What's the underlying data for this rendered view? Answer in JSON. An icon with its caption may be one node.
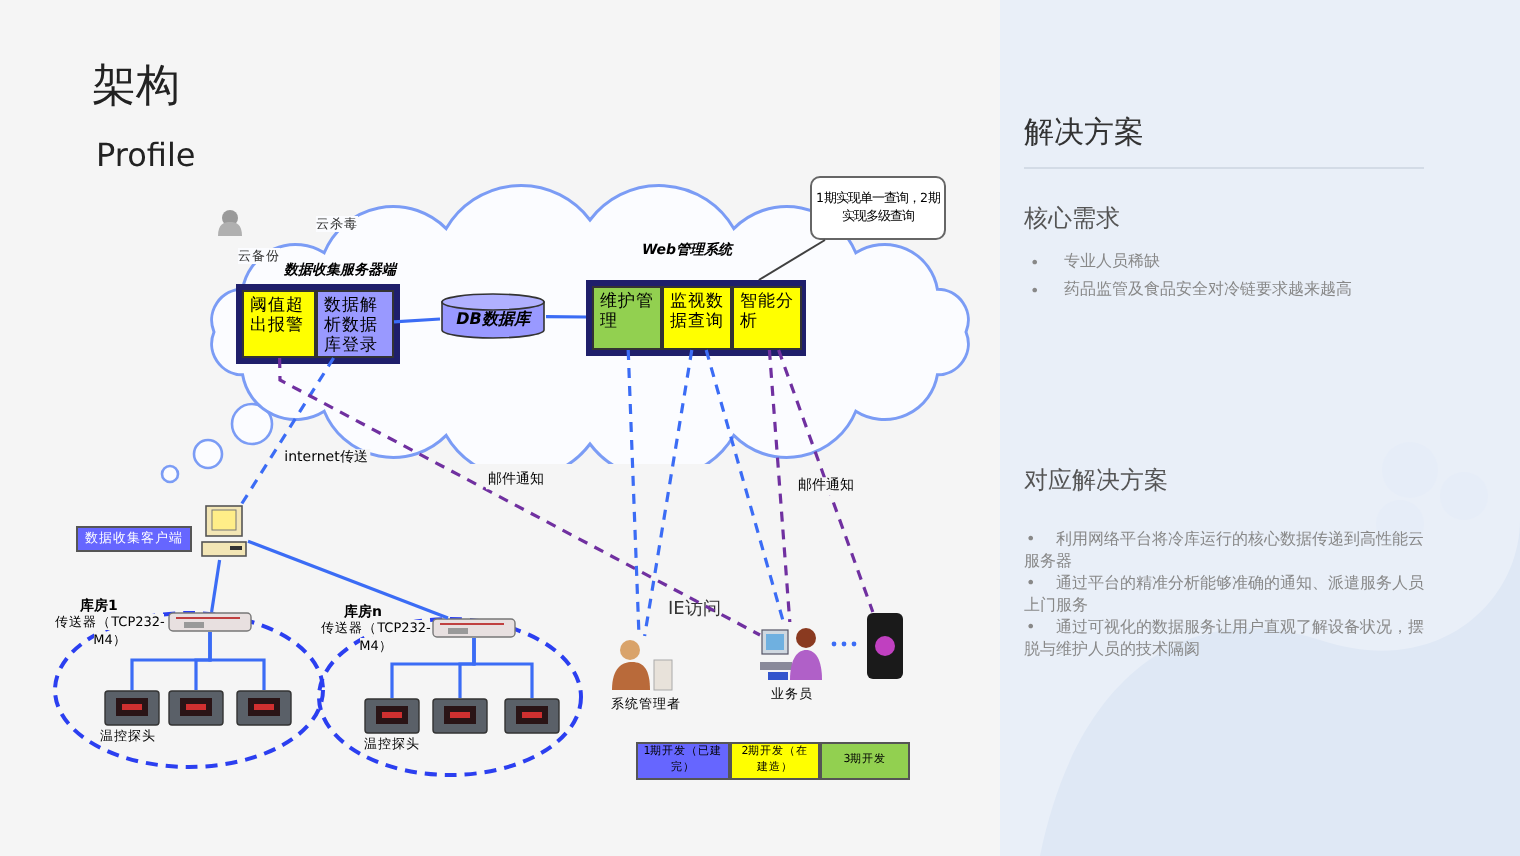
{
  "diagram": {
    "nodes": [
      {
        "text": [],
        "shape": "cloud"
      },
      {
        "text": [
          "数据收集服务器端"
        ],
        "in": 0
      },
      {
        "text": [
          "阈值超出报警"
        ],
        "in": 1
      },
      {
        "text": [
          "数据解析数据库登录"
        ],
        "in": 1
      },
      {
        "text": [
          "DB数据库"
        ],
        "in": 0
      },
      {
        "text": [
          "Web管理系统"
        ],
        "in": 0
      },
      {
        "text": [
          "维护管理"
        ],
        "in": 5
      },
      {
        "text": [
          "监视数据查询"
        ],
        "in": 5
      },
      {
        "text": [
          "智能分析"
        ],
        "in": 5
      },
      {
        "text": [
          "1期实现单一查询，2期实现多级查询"
        ]
      },
      {
        "text": [
          "数据收集客户端"
        ]
      },
      {
        "text": [],
        "shape": "picture"
      },
      {
        "text": [
          "库房1"
        ]
      },
      {
        "text": [],
        "shape": "picture",
        "in": 12,
        "beside": [
          "传送器（TCP232-M4）"
        ]
      },
      {
        "text": [],
        "shape": "picture",
        "in": 12,
        "beside": [
          "温控探头"
        ]
      },
      {
        "text": [],
        "shape": "picture",
        "in": 12
      },
      {
        "text": [],
        "shape": "picture",
        "in": 12
      },
      {
        "text": [
          "库房n"
        ]
      },
      {
        "text": [],
        "shape": "picture",
        "in": 17,
        "beside": [
          "传送器（TCP232-M4）"
        ]
      },
      {
        "text": [],
        "shape": "picture",
        "in": 17,
        "beside": [
          "温控探头"
        ]
      },
      {
        "text": [],
        "shape": "picture",
        "in": 17
      },
      {
        "text": [],
        "shape": "picture",
        "in": 17
      },
      {
        "text": [],
        "shape": "person",
        "beside": [
          "系统管理者"
        ]
      },
      {
        "text": [],
        "shape": "person",
        "beside": [
          "业务员"
        ]
      },
      {
        "text": [],
        "shape": "picture"
      },
      {
        "text": [
          "1期开发（已建完）"
        ]
      },
      {
        "text": [
          "2期开发（在建造）"
        ]
      },
      {
        "text": [
          "3期开发"
        ]
      }
    ],
    "edges": [
      {
        "from": 3,
        "to": 4,
        "arrow": "none"
      },
      {
        "from": 4,
        "to": 5,
        "arrow": "none"
      },
      {
        "from": 3,
        "to": 11,
        "arrow": "none",
        "style": "dashed",
        "label": "internet传送"
      },
      {
        "from": 2,
        "to": 23,
        "arrow": "none",
        "style": "dashed",
        "color": "#7030a0",
        "label": "邮件通知"
      },
      {
        "from": 6,
        "to": 22,
        "arrow": "none",
        "style": "dashed"
      },
      {
        "from": 7,
        "to": 22,
        "arrow": "none",
        "style": "dashed"
      },
      {
        "from": 7,
        "to": 23,
        "arrow": "none",
        "style": "dashed"
      },
      {
        "from": 8,
        "to": 23,
        "arrow": "none",
        "style": "dashed",
        "color": "#7030a0"
      },
      {
        "from": 8,
        "to": 24,
        "arrow": "none",
        "style": "dashed",
        "color": "#7030a0",
        "label": "邮件通知"
      },
      {
        "from": 9,
        "to": 5,
        "arrow": "none",
        "color": "#404040"
      },
      {
        "from": 11,
        "to": 13,
        "arrow": "none"
      },
      {
        "from": 11,
        "to": 18,
        "arrow": "none"
      },
      {
        "from": 13,
        "to": 14,
        "arrow": "none"
      },
      {
        "from": 13,
        "to": 15,
        "arrow": "none"
      },
      {
        "from": 13,
        "to": 16,
        "arrow": "none"
      },
      {
        "from": 18,
        "to": 19,
        "arrow": "none"
      },
      {
        "from": 18,
        "to": 20,
        "arrow": "none"
      },
      {
        "from": 18,
        "to": 21,
        "arrow": "none"
      }
    ],
    "labels": [
      "架构",
      "Profile",
      "云杀毒",
      "云备份",
      "IE访问",
      "解决方案",
      "核心需求",
      "•",
      "专业人员稀缺",
      "•",
      "药品监管及食品安全对冷链要求越来越高",
      "对应解决方案",
      "•",
      "利用网络平台将冷库运行的核心数据传递到高性能云服务器",
      "•",
      "通过平台的精准分析能够准确的通知、派遣服务人员上门服务",
      "•",
      "通过可视化的数据服务让用户直观了解设备状况，摆脱与维护人员的技术隔阂"
    ]
  }
}
